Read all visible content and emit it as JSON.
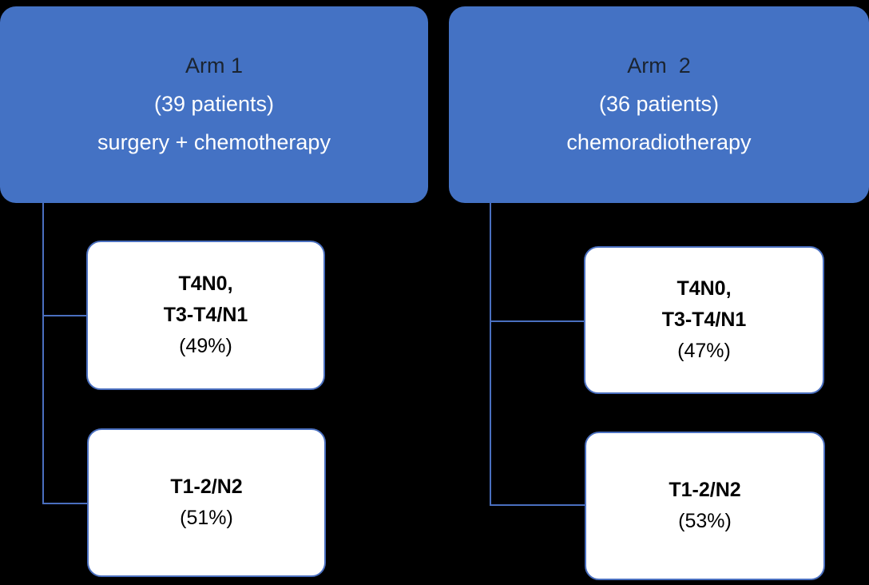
{
  "diagram": {
    "type": "clinical-trial-allocation-flowchart",
    "background_color": "#000000",
    "accent_color": "#4472C4",
    "connector_color": "#4A6FBF",
    "arms": [
      {
        "id": "arm-1",
        "title": "Arm 1",
        "patients": "(39 patients)",
        "treatment": "surgery + chemotherapy",
        "stages": [
          {
            "id": "arm-1-stage-1",
            "line1": "T4N0,",
            "line2": "T3-T4/N1",
            "percent": "(49%)"
          },
          {
            "id": "arm-1-stage-2",
            "line1": "T1-2/N2",
            "line2": "",
            "percent": "(51%)"
          }
        ]
      },
      {
        "id": "arm-2",
        "title": "Arm  2",
        "patients": "(36 patients)",
        "treatment": "chemoradiotherapy",
        "stages": [
          {
            "id": "arm-2-stage-1",
            "line1": "T4N0,",
            "line2": "T3-T4/N1",
            "percent": "(47%)"
          },
          {
            "id": "arm-2-stage-2",
            "line1": "T1-2/N2",
            "line2": "",
            "percent": "(53%)"
          }
        ]
      }
    ]
  }
}
